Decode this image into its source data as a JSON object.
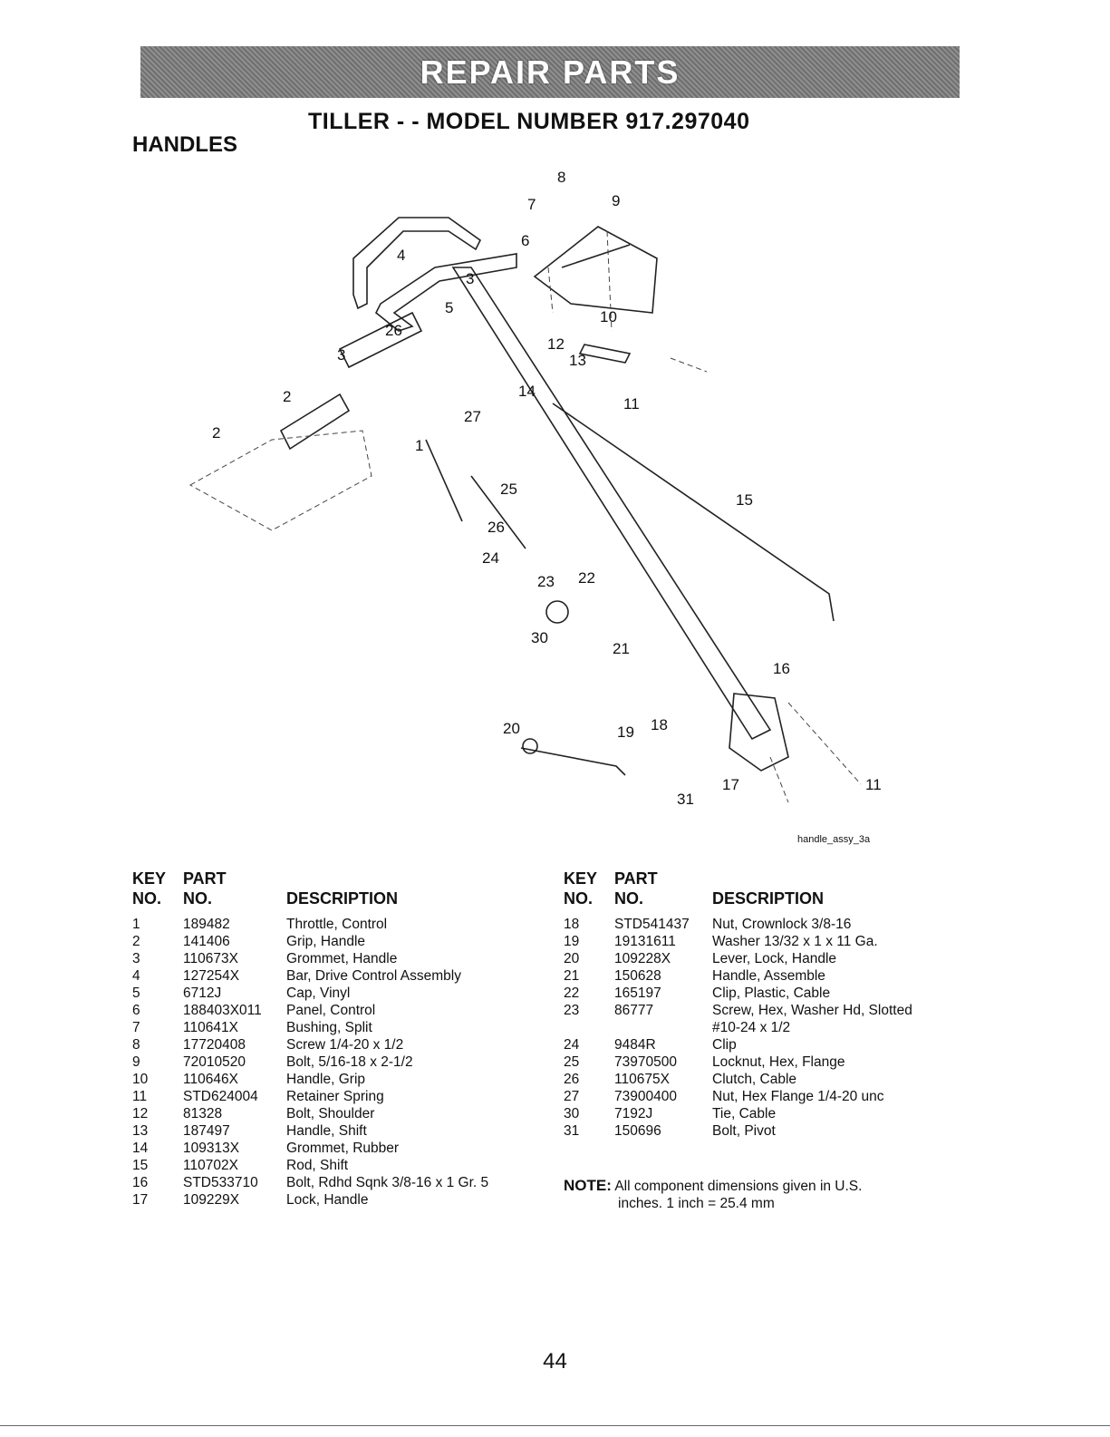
{
  "banner": "REPAIR PARTS",
  "model_title": "TILLER - - MODEL NUMBER 917.297040",
  "section_title": "HANDLES",
  "diagram": {
    "callouts": [
      "8",
      "7",
      "9",
      "6",
      "4",
      "3",
      "5",
      "26",
      "3",
      "10",
      "12",
      "13",
      "2",
      "14",
      "11",
      "27",
      "2",
      "1",
      "25",
      "15",
      "26",
      "24",
      "23",
      "22",
      "30",
      "21",
      "16",
      "20",
      "19",
      "18",
      "17",
      "11",
      "31"
    ],
    "ref": "handle_assy_3a"
  },
  "headers": {
    "key1": "KEY",
    "key2": "NO.",
    "part1": "PART",
    "part2": "NO.",
    "desc": "DESCRIPTION"
  },
  "parts_left": [
    {
      "key": "1",
      "part": "189482",
      "desc": "Throttle, Control"
    },
    {
      "key": "2",
      "part": "141406",
      "desc": "Grip, Handle"
    },
    {
      "key": "3",
      "part": "110673X",
      "desc": "Grommet, Handle"
    },
    {
      "key": "4",
      "part": "127254X",
      "desc": "Bar, Drive Control Assembly"
    },
    {
      "key": "5",
      "part": "6712J",
      "desc": "Cap, Vinyl"
    },
    {
      "key": "6",
      "part": "188403X011",
      "desc": "Panel, Control"
    },
    {
      "key": "7",
      "part": "110641X",
      "desc": "Bushing, Split"
    },
    {
      "key": "8",
      "part": "17720408",
      "desc": "Screw 1/4-20 x 1/2"
    },
    {
      "key": "9",
      "part": "72010520",
      "desc": "Bolt, 5/16-18 x 2-1/2"
    },
    {
      "key": "10",
      "part": "110646X",
      "desc": "Handle, Grip"
    },
    {
      "key": "11",
      "part": "STD624004",
      "desc": "Retainer Spring"
    },
    {
      "key": "12",
      "part": "81328",
      "desc": "Bolt, Shoulder"
    },
    {
      "key": "13",
      "part": "187497",
      "desc": "Handle, Shift"
    },
    {
      "key": "14",
      "part": "109313X",
      "desc": "Grommet, Rubber"
    },
    {
      "key": "15",
      "part": "110702X",
      "desc": "Rod, Shift"
    },
    {
      "key": "16",
      "part": "STD533710",
      "desc": "Bolt, Rdhd Sqnk 3/8-16 x 1 Gr. 5"
    },
    {
      "key": "17",
      "part": "109229X",
      "desc": "Lock, Handle"
    }
  ],
  "parts_right": [
    {
      "key": "18",
      "part": "STD541437",
      "desc": "Nut, Crownlock 3/8-16"
    },
    {
      "key": "19",
      "part": "19131611",
      "desc": "Washer 13/32 x 1 x 11 Ga."
    },
    {
      "key": "20",
      "part": "109228X",
      "desc": "Lever, Lock, Handle"
    },
    {
      "key": "21",
      "part": "150628",
      "desc": "Handle, Assemble"
    },
    {
      "key": "22",
      "part": "165197",
      "desc": "Clip, Plastic, Cable"
    },
    {
      "key": "23",
      "part": "86777",
      "desc": "Screw, Hex, Washer Hd, Slotted"
    },
    {
      "key": "",
      "part": "",
      "desc": "#10-24 x 1/2"
    },
    {
      "key": "24",
      "part": "9484R",
      "desc": "Clip"
    },
    {
      "key": "25",
      "part": "73970500",
      "desc": "Locknut, Hex, Flange"
    },
    {
      "key": "26",
      "part": "110675X",
      "desc": "Clutch, Cable"
    },
    {
      "key": "27",
      "part": "73900400",
      "desc": "Nut, Hex Flange 1/4-20 unc"
    },
    {
      "key": "30",
      "part": "7192J",
      "desc": "Tie, Cable"
    },
    {
      "key": "31",
      "part": "150696",
      "desc": "Bolt, Pivot"
    }
  ],
  "note": {
    "label": "NOTE:",
    "line1": "All component dimensions given in U.S.",
    "line2": "inches. 1 inch = 25.4 mm"
  },
  "page_number": "44"
}
